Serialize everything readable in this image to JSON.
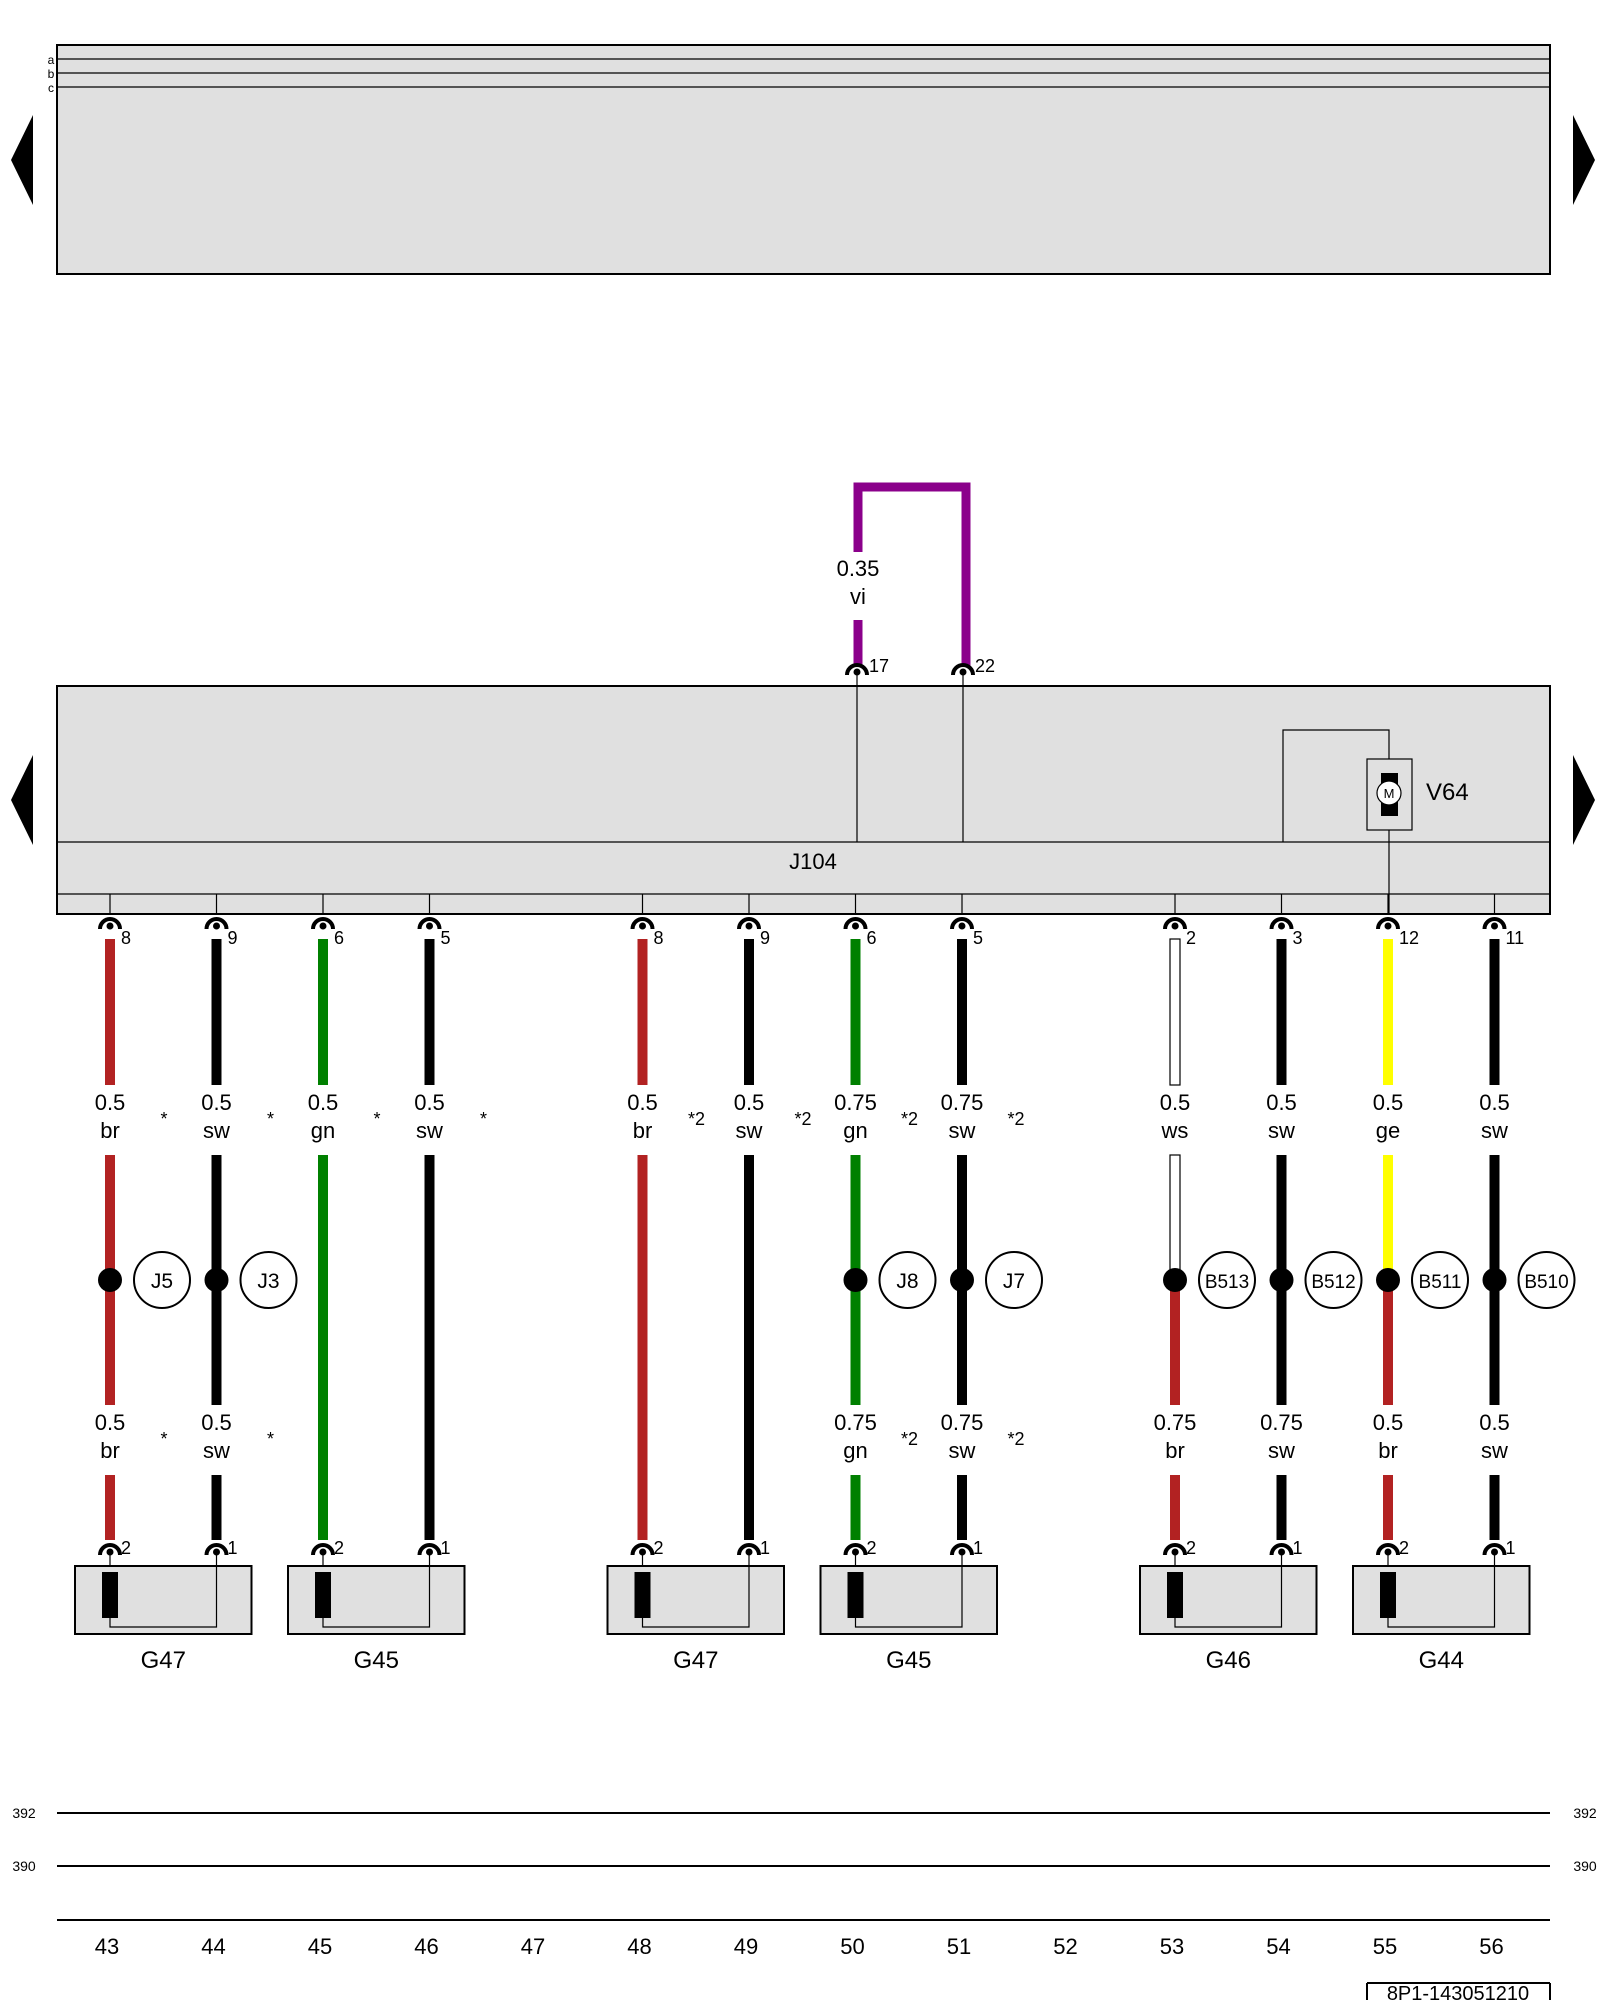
{
  "top_bar": {
    "labels": [
      "a",
      "b",
      "c"
    ]
  },
  "control_unit": {
    "label": "J104",
    "motor_label": "V64",
    "motor_symbol": "M"
  },
  "bridge": {
    "size": "0.35",
    "color_code": "vi",
    "color": "#8b008b",
    "pins": [
      "17",
      "22"
    ]
  },
  "wires": [
    {
      "col": 43,
      "pin_top": "8",
      "size_upper": "0.5",
      "color_upper": "br",
      "hex_upper": "#b22222",
      "note_upper": "*",
      "splice": "J5",
      "size_lower": "0.5",
      "color_lower": "br",
      "hex_lower": "#b22222",
      "note_lower": "*",
      "pin_bottom": "2"
    },
    {
      "col": 44,
      "pin_top": "9",
      "size_upper": "0.5",
      "color_upper": "sw",
      "hex_upper": "#000000",
      "note_upper": "*",
      "splice": "J3",
      "size_lower": "0.5",
      "color_lower": "sw",
      "hex_lower": "#000000",
      "note_lower": "*",
      "pin_bottom": "1"
    },
    {
      "col": 45,
      "pin_top": "6",
      "size_upper": "0.5",
      "color_upper": "gn",
      "hex_upper": "#008000",
      "note_upper": "*",
      "splice": "",
      "size_lower": "",
      "color_lower": "",
      "hex_lower": "#008000",
      "note_lower": "",
      "pin_bottom": "2"
    },
    {
      "col": 46,
      "pin_top": "5",
      "size_upper": "0.5",
      "color_upper": "sw",
      "hex_upper": "#000000",
      "note_upper": "*",
      "splice": "",
      "size_lower": "",
      "color_lower": "",
      "hex_lower": "#000000",
      "note_lower": "",
      "pin_bottom": "1"
    },
    {
      "col": 48,
      "pin_top": "8",
      "size_upper": "0.5",
      "color_upper": "br",
      "hex_upper": "#b22222",
      "note_upper": "*2",
      "splice": "",
      "size_lower": "",
      "color_lower": "",
      "hex_lower": "#b22222",
      "note_lower": "",
      "pin_bottom": "2"
    },
    {
      "col": 49,
      "pin_top": "9",
      "size_upper": "0.5",
      "color_upper": "sw",
      "hex_upper": "#000000",
      "note_upper": "*2",
      "splice": "",
      "size_lower": "",
      "color_lower": "",
      "hex_lower": "#000000",
      "note_lower": "",
      "pin_bottom": "1"
    },
    {
      "col": 50,
      "pin_top": "6",
      "size_upper": "0.75",
      "color_upper": "gn",
      "hex_upper": "#008000",
      "note_upper": "*2",
      "splice": "J8",
      "size_lower": "0.75",
      "color_lower": "gn",
      "hex_lower": "#008000",
      "note_lower": "*2",
      "pin_bottom": "2"
    },
    {
      "col": 51,
      "pin_top": "5",
      "size_upper": "0.75",
      "color_upper": "sw",
      "hex_upper": "#000000",
      "note_upper": "*2",
      "splice": "J7",
      "size_lower": "0.75",
      "color_lower": "sw",
      "hex_lower": "#000000",
      "note_lower": "*2",
      "pin_bottom": "1"
    },
    {
      "col": 53,
      "pin_top": "2",
      "size_upper": "0.5",
      "color_upper": "ws",
      "hex_upper": "#ffffff",
      "note_upper": "",
      "splice": "B513",
      "size_lower": "0.75",
      "color_lower": "br",
      "hex_lower": "#b22222",
      "note_lower": "",
      "pin_bottom": "2"
    },
    {
      "col": 54,
      "pin_top": "3",
      "size_upper": "0.5",
      "color_upper": "sw",
      "hex_upper": "#000000",
      "note_upper": "",
      "splice": "B512",
      "size_lower": "0.75",
      "color_lower": "sw",
      "hex_lower": "#000000",
      "note_lower": "",
      "pin_bottom": "1"
    },
    {
      "col": 55,
      "pin_top": "12",
      "size_upper": "0.5",
      "color_upper": "ge",
      "hex_upper": "#ffff00",
      "note_upper": "",
      "splice": "B511",
      "size_lower": "0.5",
      "color_lower": "br",
      "hex_lower": "#b22222",
      "note_lower": "",
      "pin_bottom": "2"
    },
    {
      "col": 56,
      "pin_top": "11",
      "size_upper": "0.5",
      "color_upper": "sw",
      "hex_upper": "#000000",
      "note_upper": "",
      "splice": "B510",
      "size_lower": "0.5",
      "color_lower": "sw",
      "hex_lower": "#000000",
      "note_lower": "",
      "pin_bottom": "1"
    }
  ],
  "sensors": [
    {
      "label": "G47",
      "cols": [
        43,
        44
      ]
    },
    {
      "label": "G45",
      "cols": [
        45,
        46
      ]
    },
    {
      "label": "G47",
      "cols": [
        48,
        49
      ]
    },
    {
      "label": "G45",
      "cols": [
        50,
        51
      ]
    },
    {
      "label": "G46",
      "cols": [
        53,
        54
      ]
    },
    {
      "label": "G44",
      "cols": [
        55,
        56
      ]
    }
  ],
  "ground_lines": [
    "392",
    "390"
  ],
  "column_numbers": [
    "43",
    "44",
    "45",
    "46",
    "47",
    "48",
    "49",
    "50",
    "51",
    "52",
    "53",
    "54",
    "55",
    "56"
  ],
  "footer_id": "8P1-143051210"
}
